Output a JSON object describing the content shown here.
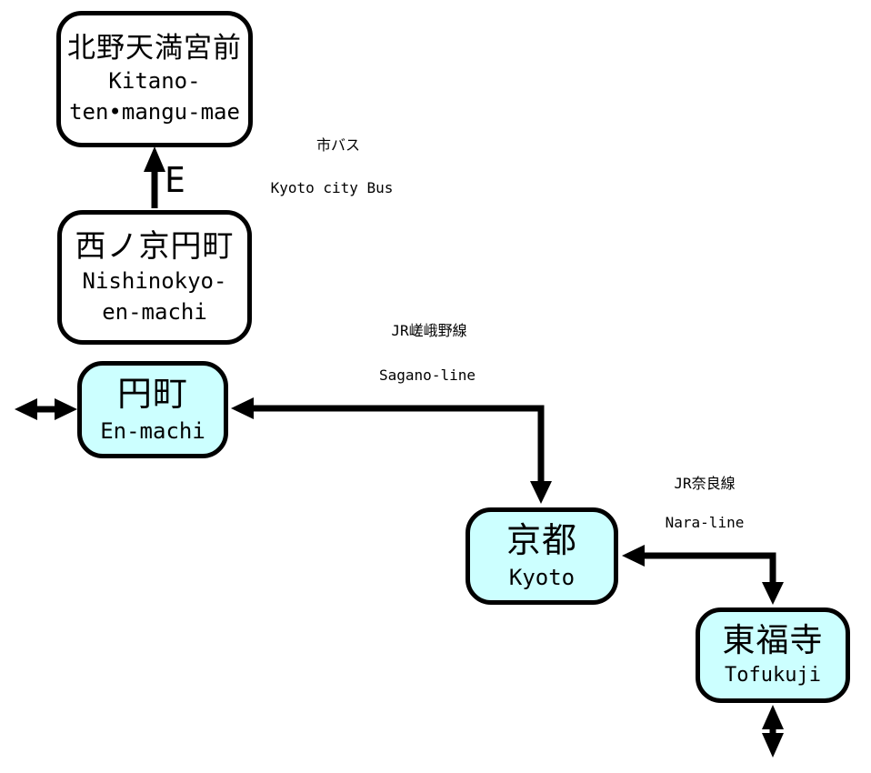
{
  "colors": {
    "background": "#FFFFFF",
    "station_fill": "#CCFFFF",
    "bus_stop_fill": "#FFFFFF",
    "line_and_text": "#000000"
  },
  "nodes": [
    {
      "id": "kitano-tenmangu-mae",
      "jp": "北野天満宮前",
      "en_lines": [
        "Kitano-",
        "ten•mangu-mae"
      ]
    },
    {
      "id": "nishinokyo-en-machi",
      "jp": "西ノ京円町",
      "en_lines": [
        "Nishinokyo-",
        "en-machi"
      ]
    },
    {
      "id": "en-machi",
      "jp": "円町",
      "en_lines": [
        "En-machi"
      ]
    },
    {
      "id": "kyoto",
      "jp": "京都",
      "en_lines": [
        "Kyoto"
      ]
    },
    {
      "id": "tofukuji",
      "jp": "東福寺",
      "en_lines": [
        "Tofukuji"
      ]
    }
  ],
  "route_labels": [
    {
      "id": "city-bus",
      "jp": "市バス",
      "en": "Kyoto city Bus"
    },
    {
      "id": "sagano-line",
      "jp": "JR嵯峨野線",
      "en": "Sagano-line"
    },
    {
      "id": "nara-line",
      "jp": "JR奈良線",
      "en": "Nara-line"
    }
  ],
  "annotations": {
    "bus_route_letter": "E"
  }
}
